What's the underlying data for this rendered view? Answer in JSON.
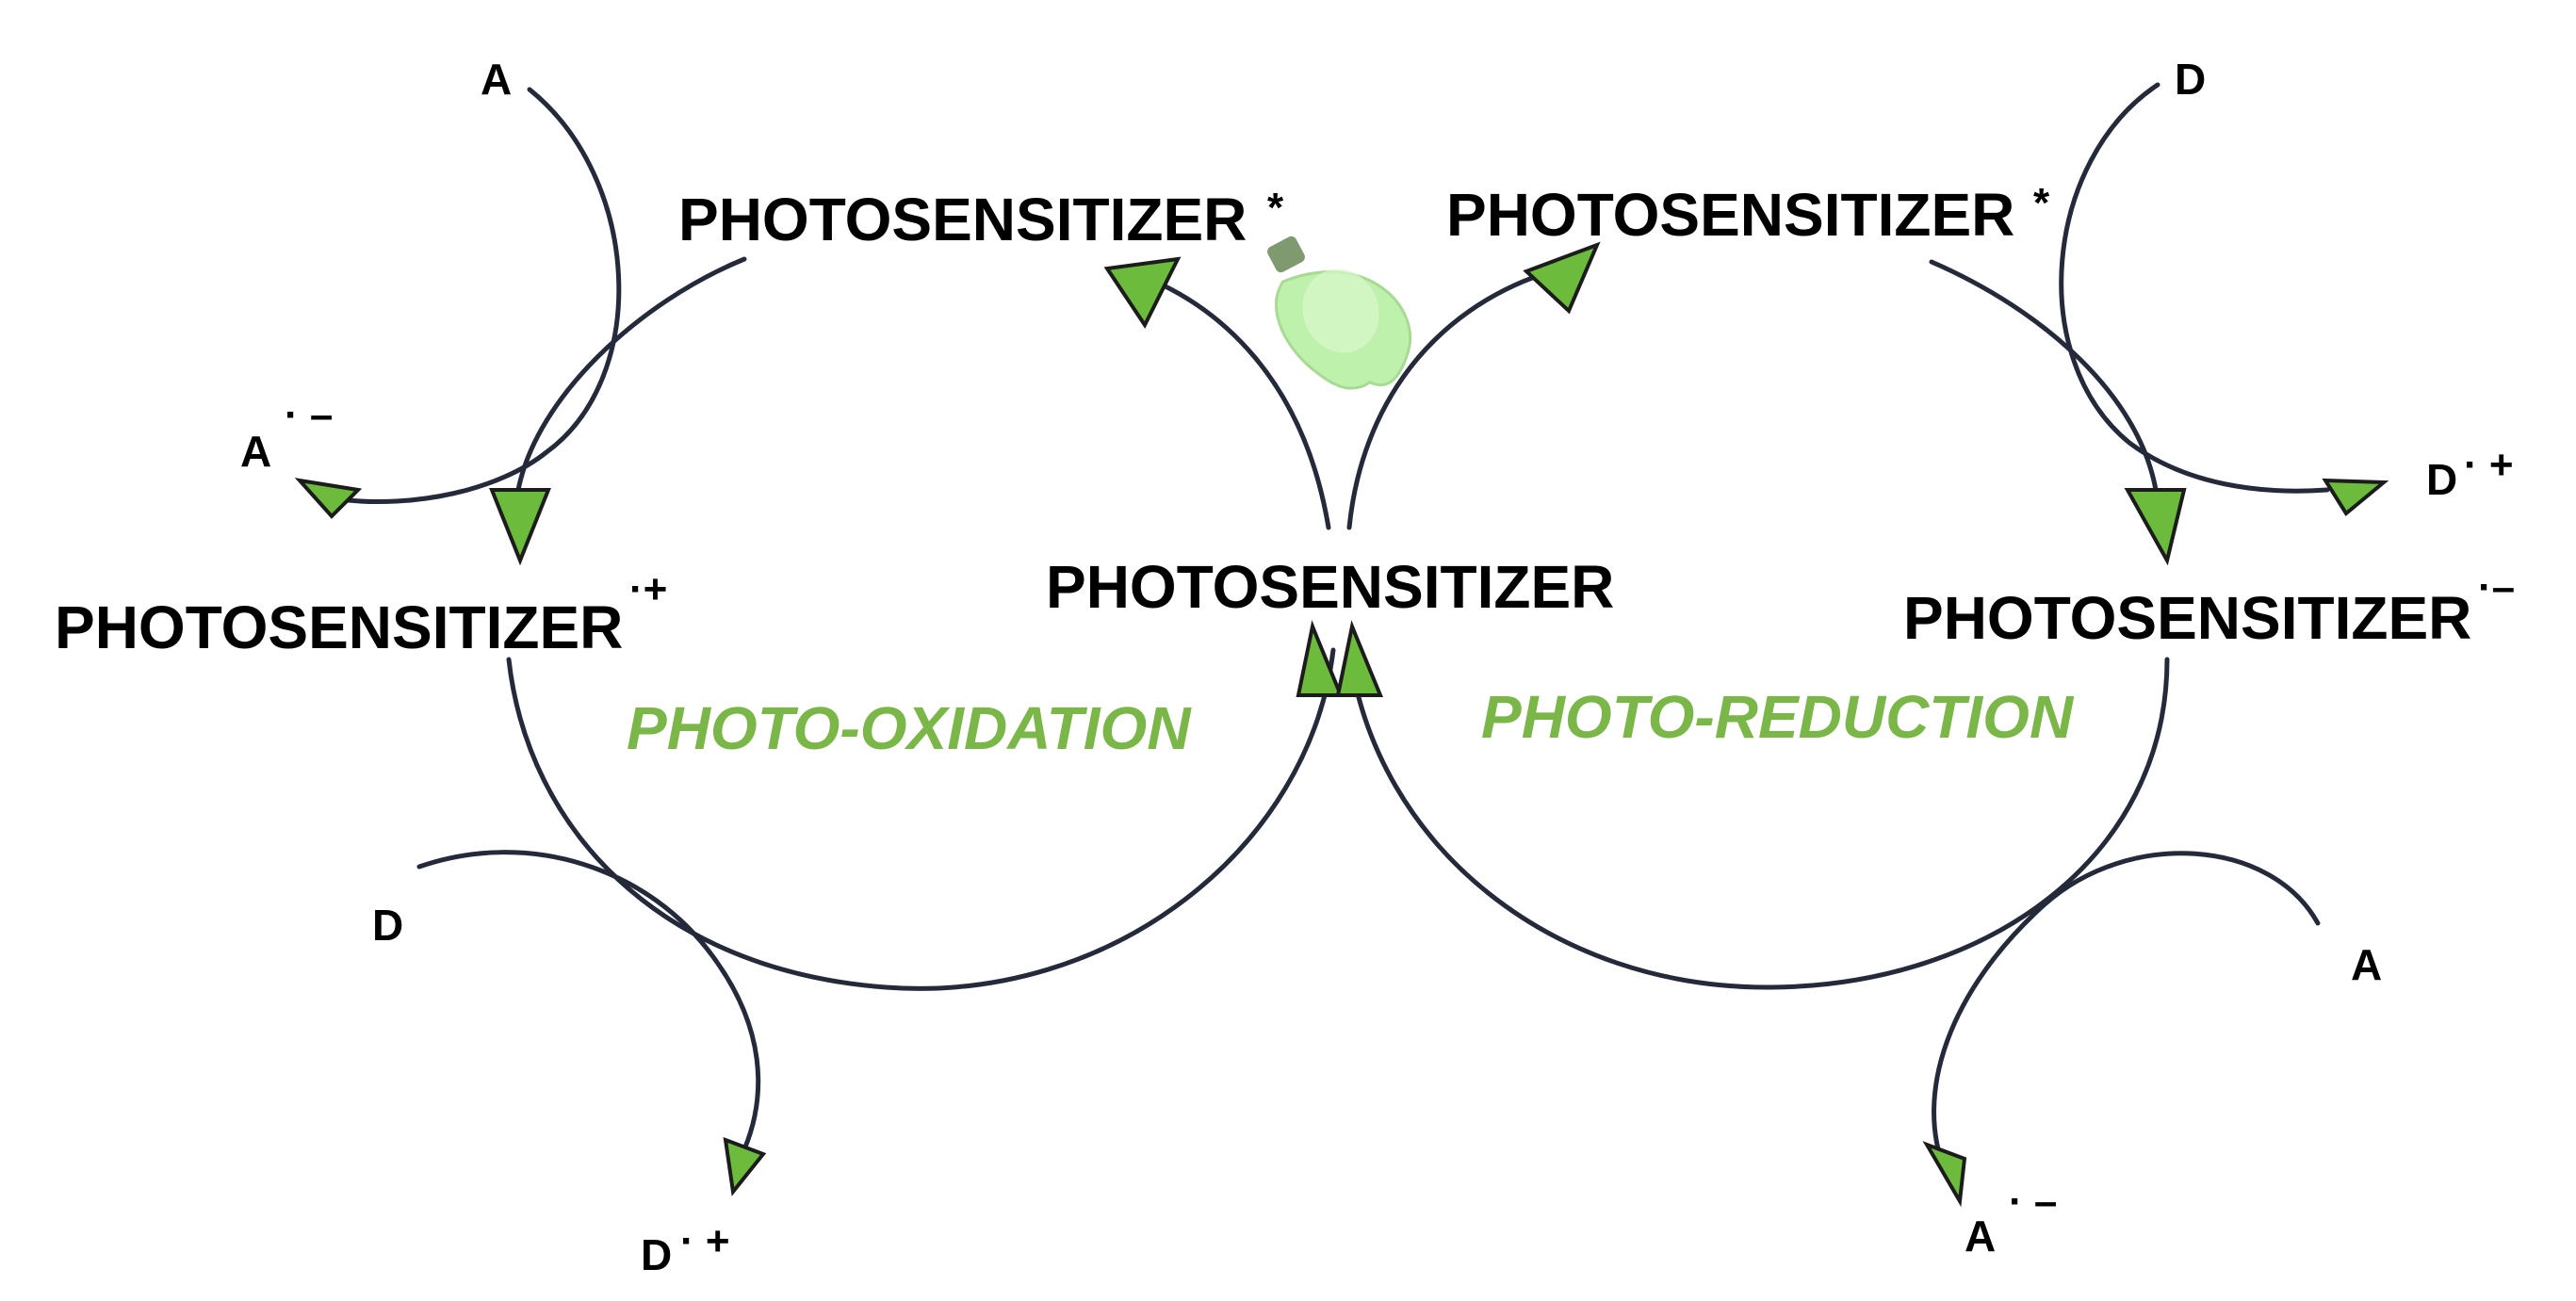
{
  "colors": {
    "accent_green": "#7ab648",
    "arrow_fill": "#6cbb3c",
    "arc_stroke": "#242a3a",
    "bulb_fill": "#b8f0a2"
  },
  "icons": {
    "light_source": "light-bulb-icon"
  },
  "center": {
    "label": "PHOTOSENSITIZER"
  },
  "oxidation_cycle": {
    "name": "PHOTO-OXIDATION",
    "excited": {
      "label": "PHOTOSENSITIZER",
      "mark": "*"
    },
    "radical": {
      "label": "PHOTOSENSITIZER",
      "mark": "·+"
    },
    "acceptor_in": "A",
    "acceptor_out": {
      "label": "A",
      "mark": "· –"
    },
    "donor_in": "D",
    "donor_out": {
      "label": "D",
      "mark": "· +"
    }
  },
  "reduction_cycle": {
    "name": "PHOTO-REDUCTION",
    "excited": {
      "label": "PHOTOSENSITIZER",
      "mark": "*"
    },
    "radical": {
      "label": "PHOTOSENSITIZER",
      "mark": "·–"
    },
    "donor_in": "D",
    "donor_out": {
      "label": "D",
      "mark": "· +"
    },
    "acceptor_in": "A",
    "acceptor_out": {
      "label": "A",
      "mark": "· –"
    }
  }
}
